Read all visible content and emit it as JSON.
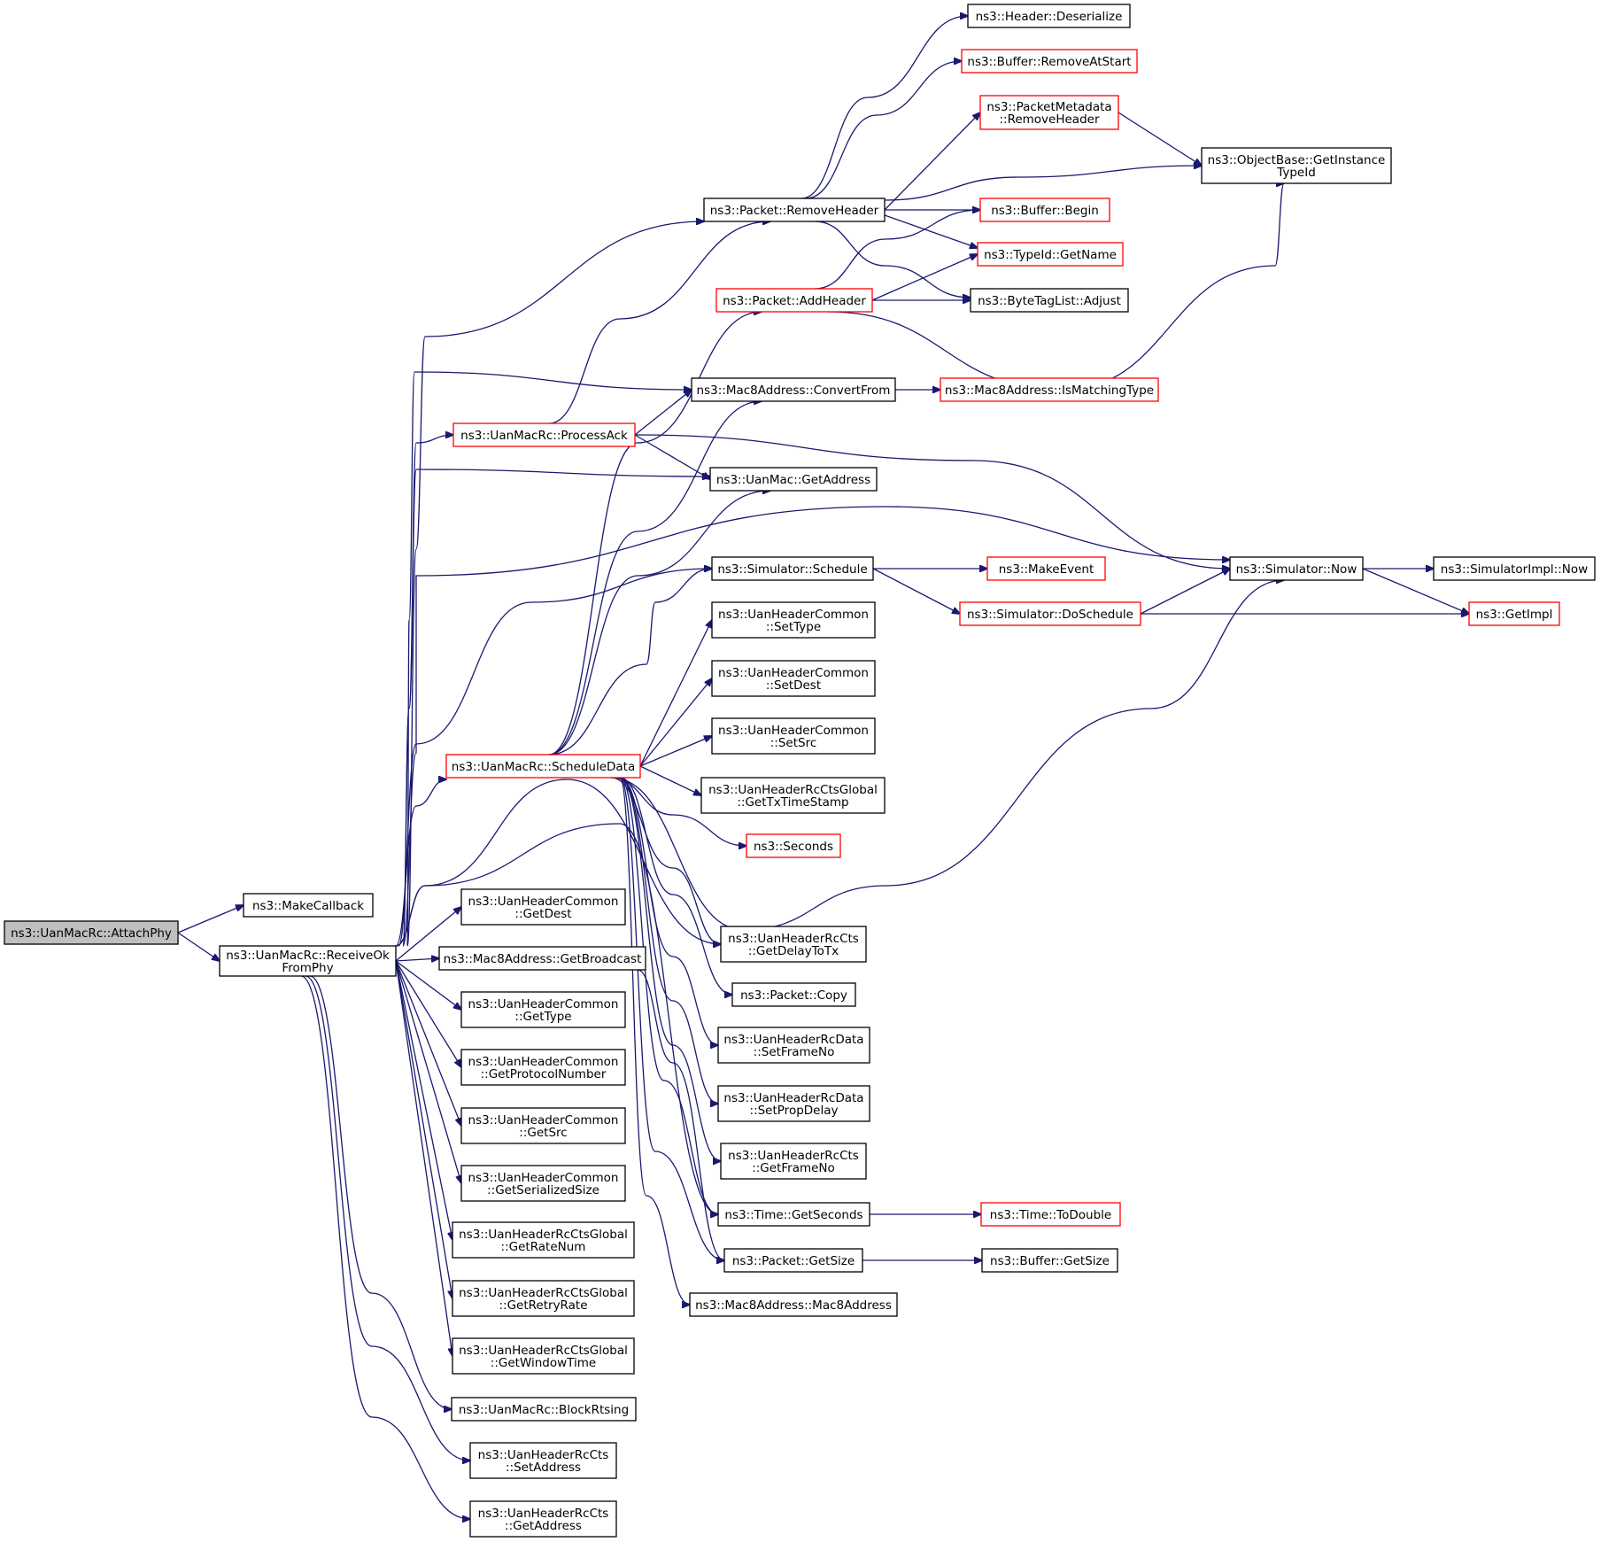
{
  "colors": {
    "edge": "#191970",
    "node_border": "#000000",
    "highlight_border": "#ff0000",
    "root_fill": "#bfbfbf"
  },
  "nodes": [
    {
      "id": "attachphy",
      "lines": [
        "ns3::UanMacRc::AttachPhy"
      ],
      "style": "root"
    },
    {
      "id": "makecallback",
      "lines": [
        "ns3::MakeCallback"
      ],
      "style": "normal"
    },
    {
      "id": "receiveok",
      "lines": [
        "ns3::UanMacRc::ReceiveOk",
        "FromPhy"
      ],
      "style": "normal"
    },
    {
      "id": "hdr_deserialize",
      "lines": [
        "ns3::Header::Deserialize"
      ],
      "style": "normal"
    },
    {
      "id": "buf_removeatstart",
      "lines": [
        "ns3::Buffer::RemoveAtStart"
      ],
      "style": "red"
    },
    {
      "id": "pm_removeheader",
      "lines": [
        "ns3::PacketMetadata",
        "::RemoveHeader"
      ],
      "style": "red"
    },
    {
      "id": "ob_getinstancetypeid",
      "lines": [
        "ns3::ObjectBase::GetInstance",
        "TypeId"
      ],
      "style": "normal"
    },
    {
      "id": "pkt_removeheader",
      "lines": [
        "ns3::Packet::RemoveHeader"
      ],
      "style": "normal"
    },
    {
      "id": "buf_begin",
      "lines": [
        "ns3::Buffer::Begin"
      ],
      "style": "red"
    },
    {
      "id": "typeid_getname",
      "lines": [
        "ns3::TypeId::GetName"
      ],
      "style": "red"
    },
    {
      "id": "pkt_addheader",
      "lines": [
        "ns3::Packet::AddHeader"
      ],
      "style": "red"
    },
    {
      "id": "btl_adjust",
      "lines": [
        "ns3::ByteTagList::Adjust"
      ],
      "style": "normal"
    },
    {
      "id": "m8_convertfrom",
      "lines": [
        "ns3::Mac8Address::ConvertFrom"
      ],
      "style": "normal"
    },
    {
      "id": "m8_ismatchingtype",
      "lines": [
        "ns3::Mac8Address::IsMatchingType"
      ],
      "style": "red"
    },
    {
      "id": "processack",
      "lines": [
        "ns3::UanMacRc::ProcessAck"
      ],
      "style": "red"
    },
    {
      "id": "uanmac_getaddress",
      "lines": [
        "ns3::UanMac::GetAddress"
      ],
      "style": "normal"
    },
    {
      "id": "sim_schedule",
      "lines": [
        "ns3::Simulator::Schedule"
      ],
      "style": "normal"
    },
    {
      "id": "makeevent",
      "lines": [
        "ns3::MakeEvent"
      ],
      "style": "red"
    },
    {
      "id": "sim_now",
      "lines": [
        "ns3::Simulator::Now"
      ],
      "style": "normal"
    },
    {
      "id": "simimpl_now",
      "lines": [
        "ns3::SimulatorImpl::Now"
      ],
      "style": "normal"
    },
    {
      "id": "sim_doschedule",
      "lines": [
        "ns3::Simulator::DoSchedule"
      ],
      "style": "red"
    },
    {
      "id": "getimpl",
      "lines": [
        "ns3::GetImpl"
      ],
      "style": "red"
    },
    {
      "id": "uhc_settype",
      "lines": [
        "ns3::UanHeaderCommon",
        "::SetType"
      ],
      "style": "normal"
    },
    {
      "id": "uhc_setdest",
      "lines": [
        "ns3::UanHeaderCommon",
        "::SetDest"
      ],
      "style": "normal"
    },
    {
      "id": "uhc_setsrc",
      "lines": [
        "ns3::UanHeaderCommon",
        "::SetSrc"
      ],
      "style": "normal"
    },
    {
      "id": "scheduledata",
      "lines": [
        "ns3::UanMacRc::ScheduleData"
      ],
      "style": "red"
    },
    {
      "id": "ctsg_gettxtimestamp",
      "lines": [
        "ns3::UanHeaderRcCtsGlobal",
        "::GetTxTimeStamp"
      ],
      "style": "normal"
    },
    {
      "id": "seconds",
      "lines": [
        "ns3::Seconds"
      ],
      "style": "red"
    },
    {
      "id": "uhc_getdest",
      "lines": [
        "ns3::UanHeaderCommon",
        "::GetDest"
      ],
      "style": "normal"
    },
    {
      "id": "cts_getdelaytotx",
      "lines": [
        "ns3::UanHeaderRcCts",
        "::GetDelayToTx"
      ],
      "style": "normal"
    },
    {
      "id": "m8_getbroadcast",
      "lines": [
        "ns3::Mac8Address::GetBroadcast"
      ],
      "style": "normal"
    },
    {
      "id": "pkt_copy",
      "lines": [
        "ns3::Packet::Copy"
      ],
      "style": "normal"
    },
    {
      "id": "uhc_gettype",
      "lines": [
        "ns3::UanHeaderCommon",
        "::GetType"
      ],
      "style": "normal"
    },
    {
      "id": "data_setframeno",
      "lines": [
        "ns3::UanHeaderRcData",
        "::SetFrameNo"
      ],
      "style": "normal"
    },
    {
      "id": "uhc_getprotocolnumber",
      "lines": [
        "ns3::UanHeaderCommon",
        "::GetProtocolNumber"
      ],
      "style": "normal"
    },
    {
      "id": "data_setpropdelay",
      "lines": [
        "ns3::UanHeaderRcData",
        "::SetPropDelay"
      ],
      "style": "normal"
    },
    {
      "id": "uhc_getsrc",
      "lines": [
        "ns3::UanHeaderCommon",
        "::GetSrc"
      ],
      "style": "normal"
    },
    {
      "id": "cts_getframeno",
      "lines": [
        "ns3::UanHeaderRcCts",
        "::GetFrameNo"
      ],
      "style": "normal"
    },
    {
      "id": "uhc_getserializedsize",
      "lines": [
        "ns3::UanHeaderCommon",
        "::GetSerializedSize"
      ],
      "style": "normal"
    },
    {
      "id": "time_getseconds",
      "lines": [
        "ns3::Time::GetSeconds"
      ],
      "style": "normal"
    },
    {
      "id": "time_todouble",
      "lines": [
        "ns3::Time::ToDouble"
      ],
      "style": "red"
    },
    {
      "id": "ctsg_getratenum",
      "lines": [
        "ns3::UanHeaderRcCtsGlobal",
        "::GetRateNum"
      ],
      "style": "normal"
    },
    {
      "id": "pkt_getsize",
      "lines": [
        "ns3::Packet::GetSize"
      ],
      "style": "normal"
    },
    {
      "id": "buf_getsize",
      "lines": [
        "ns3::Buffer::GetSize"
      ],
      "style": "normal"
    },
    {
      "id": "ctsg_getretryrate",
      "lines": [
        "ns3::UanHeaderRcCtsGlobal",
        "::GetRetryRate"
      ],
      "style": "normal"
    },
    {
      "id": "m8_mac8address",
      "lines": [
        "ns3::Mac8Address::Mac8Address"
      ],
      "style": "normal"
    },
    {
      "id": "ctsg_getwindowtime",
      "lines": [
        "ns3::UanHeaderRcCtsGlobal",
        "::GetWindowTime"
      ],
      "style": "normal"
    },
    {
      "id": "blockrtsing",
      "lines": [
        "ns3::UanMacRc::BlockRtsing"
      ],
      "style": "normal"
    },
    {
      "id": "cts_setaddress",
      "lines": [
        "ns3::UanHeaderRcCts",
        "::SetAddress"
      ],
      "style": "normal"
    },
    {
      "id": "cts_getaddress",
      "lines": [
        "ns3::UanHeaderRcCts",
        "::GetAddress"
      ],
      "style": "normal"
    }
  ],
  "edges": [
    {
      "from": "attachphy",
      "to": "makecallback"
    },
    {
      "from": "attachphy",
      "to": "receiveok"
    },
    {
      "from": "receiveok",
      "to": "pkt_removeheader"
    },
    {
      "from": "receiveok",
      "to": "m8_convertfrom"
    },
    {
      "from": "receiveok",
      "to": "processack"
    },
    {
      "from": "receiveok",
      "to": "uanmac_getaddress"
    },
    {
      "from": "receiveok",
      "to": "sim_now"
    },
    {
      "from": "receiveok",
      "to": "sim_schedule"
    },
    {
      "from": "receiveok",
      "to": "scheduledata"
    },
    {
      "from": "receiveok",
      "to": "cts_getdelaytotx"
    },
    {
      "from": "receiveok",
      "to": "time_getseconds"
    },
    {
      "from": "receiveok",
      "to": "uhc_getdest"
    },
    {
      "from": "receiveok",
      "to": "m8_getbroadcast"
    },
    {
      "from": "receiveok",
      "to": "uhc_gettype"
    },
    {
      "from": "receiveok",
      "to": "uhc_getprotocolnumber"
    },
    {
      "from": "receiveok",
      "to": "uhc_getsrc"
    },
    {
      "from": "receiveok",
      "to": "uhc_getserializedsize"
    },
    {
      "from": "receiveok",
      "to": "ctsg_getratenum"
    },
    {
      "from": "receiveok",
      "to": "ctsg_getretryrate"
    },
    {
      "from": "receiveok",
      "to": "ctsg_getwindowtime"
    },
    {
      "from": "receiveok",
      "to": "blockrtsing"
    },
    {
      "from": "receiveok",
      "to": "cts_setaddress"
    },
    {
      "from": "receiveok",
      "to": "cts_getaddress"
    },
    {
      "from": "pkt_removeheader",
      "to": "hdr_deserialize"
    },
    {
      "from": "pkt_removeheader",
      "to": "buf_removeatstart"
    },
    {
      "from": "pkt_removeheader",
      "to": "pm_removeheader"
    },
    {
      "from": "pkt_removeheader",
      "to": "ob_getinstancetypeid"
    },
    {
      "from": "pkt_removeheader",
      "to": "buf_begin"
    },
    {
      "from": "pkt_removeheader",
      "to": "typeid_getname"
    },
    {
      "from": "pkt_removeheader",
      "to": "btl_adjust"
    },
    {
      "from": "pm_removeheader",
      "to": "ob_getinstancetypeid"
    },
    {
      "from": "pkt_addheader",
      "to": "buf_begin"
    },
    {
      "from": "pkt_addheader",
      "to": "typeid_getname"
    },
    {
      "from": "pkt_addheader",
      "to": "btl_adjust"
    },
    {
      "from": "pkt_addheader",
      "to": "ob_getinstancetypeid"
    },
    {
      "from": "m8_convertfrom",
      "to": "m8_ismatchingtype"
    },
    {
      "from": "processack",
      "to": "pkt_removeheader"
    },
    {
      "from": "processack",
      "to": "m8_convertfrom"
    },
    {
      "from": "processack",
      "to": "uanmac_getaddress"
    },
    {
      "from": "processack",
      "to": "sim_now"
    },
    {
      "from": "sim_schedule",
      "to": "makeevent"
    },
    {
      "from": "sim_schedule",
      "to": "sim_doschedule"
    },
    {
      "from": "sim_doschedule",
      "to": "sim_now"
    },
    {
      "from": "sim_doschedule",
      "to": "getimpl"
    },
    {
      "from": "sim_now",
      "to": "simimpl_now"
    },
    {
      "from": "sim_now",
      "to": "getimpl"
    },
    {
      "from": "scheduledata",
      "to": "pkt_addheader"
    },
    {
      "from": "scheduledata",
      "to": "m8_convertfrom"
    },
    {
      "from": "scheduledata",
      "to": "uanmac_getaddress"
    },
    {
      "from": "scheduledata",
      "to": "sim_schedule"
    },
    {
      "from": "scheduledata",
      "to": "uhc_settype"
    },
    {
      "from": "scheduledata",
      "to": "uhc_setdest"
    },
    {
      "from": "scheduledata",
      "to": "uhc_setsrc"
    },
    {
      "from": "scheduledata",
      "to": "ctsg_gettxtimestamp"
    },
    {
      "from": "scheduledata",
      "to": "seconds"
    },
    {
      "from": "scheduledata",
      "to": "sim_now"
    },
    {
      "from": "scheduledata",
      "to": "cts_getdelaytotx"
    },
    {
      "from": "scheduledata",
      "to": "pkt_copy"
    },
    {
      "from": "scheduledata",
      "to": "data_setframeno"
    },
    {
      "from": "scheduledata",
      "to": "data_setpropdelay"
    },
    {
      "from": "scheduledata",
      "to": "cts_getframeno"
    },
    {
      "from": "scheduledata",
      "to": "time_getseconds"
    },
    {
      "from": "scheduledata",
      "to": "pkt_getsize"
    },
    {
      "from": "scheduledata",
      "to": "m8_mac8address"
    },
    {
      "from": "m8_getbroadcast",
      "to": "pkt_getsize"
    },
    {
      "from": "time_getseconds",
      "to": "time_todouble"
    },
    {
      "from": "pkt_getsize",
      "to": "buf_getsize"
    }
  ]
}
